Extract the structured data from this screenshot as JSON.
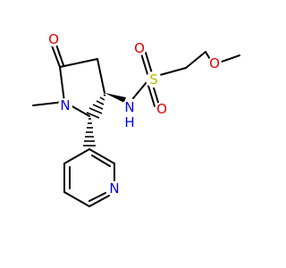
{
  "molecule": {
    "atoms": {
      "O_carbonyl": {
        "symbol": "O",
        "color": "#e00000"
      },
      "N_ring": {
        "symbol": "N",
        "color": "#0000e0"
      },
      "NH": {
        "symbol": "N",
        "h": "H",
        "color": "#0000e0"
      },
      "S": {
        "symbol": "S",
        "color": "#b8b800"
      },
      "O_s1": {
        "symbol": "O",
        "color": "#e00000"
      },
      "O_s2": {
        "symbol": "O",
        "color": "#e00000"
      },
      "O_ether": {
        "symbol": "O",
        "color": "#e00000"
      },
      "N_pyridine": {
        "symbol": "N",
        "color": "#0000e0"
      }
    }
  }
}
